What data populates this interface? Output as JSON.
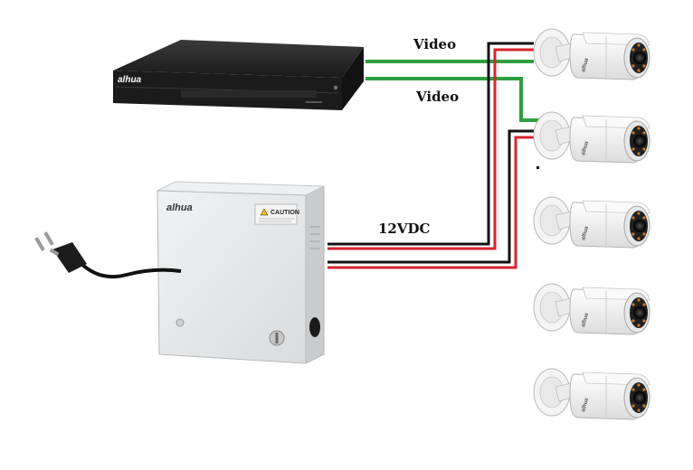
{
  "labels": {
    "video_top": "Video",
    "video_bottom": "Video",
    "power": "12VDC"
  },
  "devices": {
    "recorder_brand": "alhua",
    "psu_brand": "alhua",
    "psu_warning": "CAUTION",
    "camera_brand": "alhua"
  },
  "colors": {
    "video_cable": "#2e9e3e",
    "power_positive": "#d4262c",
    "power_negative": "#111111",
    "recorder_body": "#1e1e1e",
    "psu_body": "#e4e6e8",
    "camera_body": "#f3f3f3"
  },
  "cameras": [
    {
      "id": "camera-1",
      "connection": "video+power"
    },
    {
      "id": "camera-2",
      "connection": "video+power"
    },
    {
      "id": "camera-3",
      "connection": "none"
    },
    {
      "id": "camera-4",
      "connection": "none"
    },
    {
      "id": "camera-5",
      "connection": "none"
    }
  ]
}
